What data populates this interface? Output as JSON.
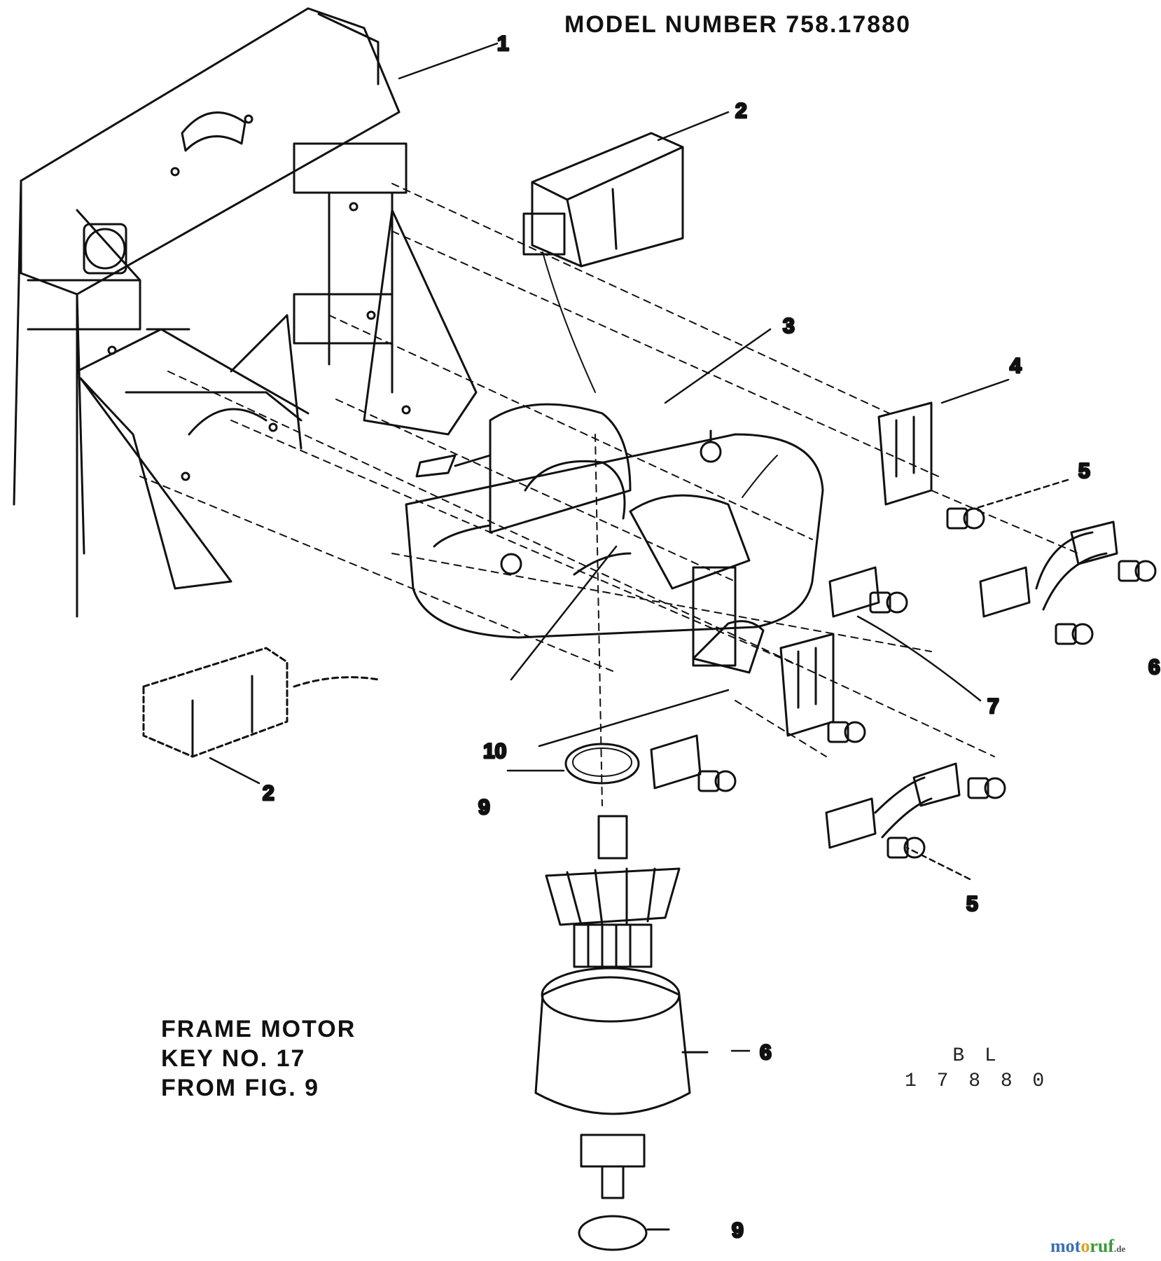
{
  "title": "MODEL NUMBER 758.17880",
  "caption": {
    "line1": "FRAME MOTOR",
    "line2": "KEY NO. 17",
    "line3": "FROM FIG. 9"
  },
  "code": {
    "line1": "B L",
    "line2": "1 7 8 8 0"
  },
  "callouts": {
    "frame": "1",
    "brush_holder_top": "2",
    "brush_holder_left": "2",
    "field": "3",
    "terminal_upper": "4",
    "screw_upper": "5",
    "screw_lower": "5",
    "clamp": "6",
    "armature": "6",
    "plate": "7",
    "washer_upper": "9",
    "washer_lower": "9",
    "spacer": "10"
  },
  "watermark": {
    "part_a": "mot",
    "part_b": "o",
    "part_c": "ruf",
    "part_d": ".de"
  }
}
